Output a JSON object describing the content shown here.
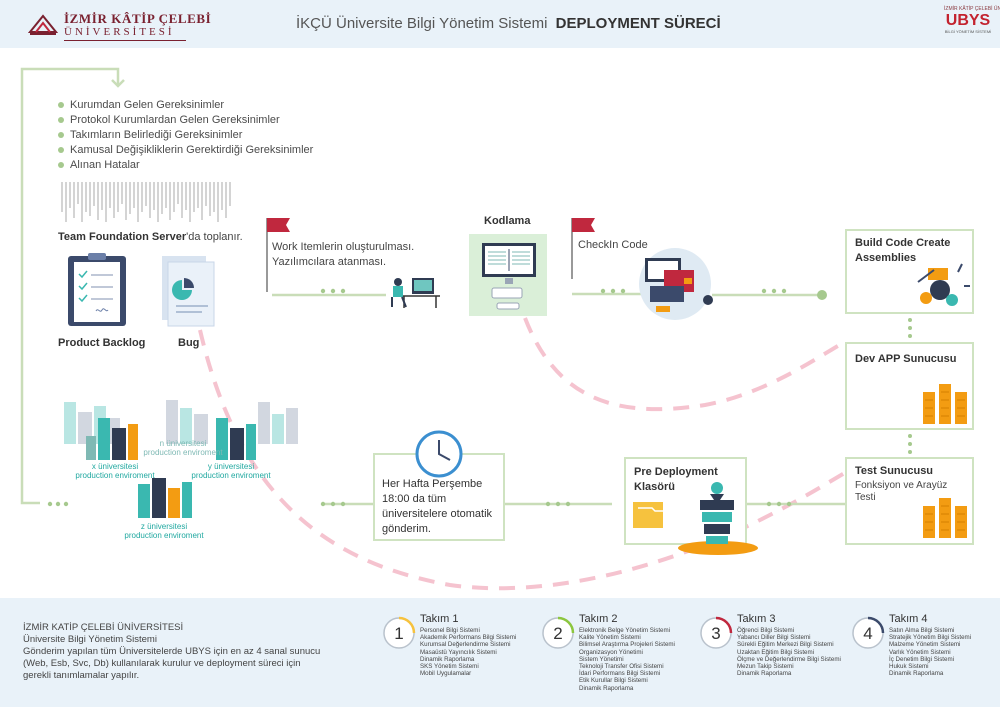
{
  "header": {
    "logo_line1": "İZMİR KÂTİP ÇELEBİ",
    "logo_line2": "ÜNİVERSİTESİ",
    "title_prefix": "İKÇÜ  Üniversite Bilgi Yönetim Sistemi",
    "title_bold": "DEPLOYMENT SÜRECİ",
    "ubys_small": "İZMİR KÂTİP ÇELEBİ ÜNİVERSİTESİ",
    "ubys_name": "UBYS",
    "ubys_sub": "BİLGİ YÖNETİM SİSTEMİ"
  },
  "diagram": {
    "requirements": [
      "Kurumdan Gelen Gereksinimler",
      "Protokol Kurumlardan Gelen Gereksinimler",
      "Takımların Belirlediği Gereksinimler",
      "Kamusal Değişikliklerin Gerektirdiği Gereksinimler",
      "Alınan Hatalar"
    ],
    "tfs_name": "Team Foundation Server",
    "tfs_suffix": "'da toplanır.",
    "product_backlog": "Product Backlog",
    "bug": "Bug",
    "work_items_line1": "Work Itemlerin oluşturulması.",
    "work_items_line2": "Yazılımcılara atanması.",
    "coding": "Kodlama",
    "checkin": "CheckIn Code",
    "build_line1": "Build Code Create",
    "build_line2": "Assemblies",
    "dev_app": "Dev APP Sunucusu",
    "test_server": "Test Sunucusu",
    "test_desc_line1": "Fonksiyon ve Arayüz",
    "test_desc_line2": "Testi",
    "pre_deploy_line1": "Pre Deployment",
    "pre_deploy_line2": "Klasörü",
    "weekly_line1": "Her Hafta Perşembe",
    "weekly_line2": "18:00 da tüm",
    "weekly_line3": "üniversitelere otomatik",
    "weekly_line4": "gönderim.",
    "x_uni_line1": "x üniversitesi",
    "x_uni_line2": "production enviroment",
    "n_uni_line1": "n üniversitesi",
    "n_uni_line2": "production enviroment",
    "y_uni_line1": "y üniversitesi",
    "y_uni_line2": "production enviroment",
    "z_uni_line1": "z üniversitesi",
    "z_uni_line2": "production enviroment"
  },
  "footer": {
    "line1": "İZMİR KATİP ÇELEBİ ÜNİVERSİTESİ",
    "line2": "Üniversite Bilgi Yönetim Sistemi",
    "desc": "Gönderim yapılan tüm Üniversitelerde UBYS için en az 4 sanal sunucu (Web, Esb, Svc, Db) kullanılarak kurulur ve deployment süreci için  gerekli tanımlamalar yapılır."
  },
  "teams": [
    {
      "number": "1",
      "title": "Takım 1",
      "items": [
        "Personel Bilgi Sistemi",
        "Akademik Performans Bilgi Sistemi",
        "Kurumsal Değerlendirme Sistemi",
        "Masaüstü Yayıncılık Sistemi",
        "Dinamik Raporlama",
        "SKS Yönetim Sistemi",
        "Mobil Uygulamalar"
      ]
    },
    {
      "number": "2",
      "title": "Takım 2",
      "items": [
        "Elektronik Belge Yönetim Sistemi",
        "Kalite Yönetim Sistemi",
        "Bilimsel Araştırma Projeleri Sistemi",
        "Organizasyon Yönetimi",
        "Sistem Yönetimi",
        "Teknoloji Transfer Ofisi Sistemi",
        "İdari Performans Bilgi Sistemi",
        "Etik Kurullar Bilgi Sistemi",
        "Dinamik Raporlama"
      ]
    },
    {
      "number": "3",
      "title": "Takım 3",
      "items": [
        "Öğrenci Bilgi Sistemi",
        "Yabancı Diller Bilgi Sistemi",
        "Sürekli Eğitim Merkezi Bilgi Sistemi",
        "Uzaktan Eğitim Bilgi Sistemi",
        "Ölçme ve Değerlendirme Bilgi Sistemi",
        "Mezun Takip Sistemi",
        "Dinamik Raporlama"
      ]
    },
    {
      "number": "4",
      "title": "Takım 4",
      "items": [
        "Satın Alma Bilgi Sistemi",
        "Stratejik Yönetim Bilgi Sistemi",
        "Malzeme Yönetim Sistemi",
        "Varlık Yönetim Sistemi",
        "İç Denetim Bilgi Sistemi",
        "Hukuk Sistemi",
        "Dinamik Raporlama"
      ]
    }
  ],
  "colors": {
    "header_bg": "#e9f2f9",
    "green_line": "#c9ddb8",
    "green_dot": "#a6c98e",
    "pink_dash": "#f5c3cf",
    "teal": "#20a8a0",
    "orange": "#f39c12",
    "flag_red": "#c0283e",
    "brand_red": "#c3232f"
  }
}
